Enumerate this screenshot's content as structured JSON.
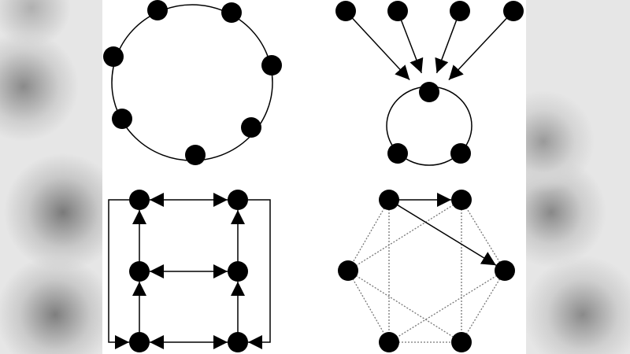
{
  "diagrams": [
    {
      "id": "ring",
      "nodes": 7,
      "edges": "undirected-cycle"
    },
    {
      "id": "fan-in-loop",
      "nodes": 7,
      "directed_edges": [
        [
          0,
          4
        ],
        [
          1,
          4
        ],
        [
          2,
          4
        ],
        [
          3,
          4
        ]
      ],
      "loop": [
        4,
        5,
        6
      ]
    },
    {
      "id": "grid-ladder",
      "nodes": 6,
      "bidirectional_edges": [
        [
          0,
          1
        ],
        [
          2,
          3
        ],
        [
          4,
          5
        ]
      ],
      "directed_edges": [
        [
          2,
          0
        ],
        [
          4,
          2
        ],
        [
          3,
          1
        ],
        [
          5,
          3
        ],
        [
          0,
          4
        ],
        [
          1,
          5
        ]
      ]
    },
    {
      "id": "hexagon",
      "nodes": 6,
      "directed_edges": [
        [
          0,
          1
        ],
        [
          0,
          2
        ]
      ],
      "dotted_edges": [
        [
          0,
          5
        ],
        [
          5,
          4
        ],
        [
          4,
          3
        ],
        [
          3,
          2
        ],
        [
          2,
          1
        ],
        [
          0,
          4
        ],
        [
          1,
          3
        ],
        [
          1,
          5
        ],
        [
          5,
          3
        ],
        [
          2,
          4
        ]
      ]
    }
  ],
  "colors": {
    "node": "#000000",
    "edge": "#111111",
    "dotted": "#777777",
    "panel": "#ffffff"
  }
}
